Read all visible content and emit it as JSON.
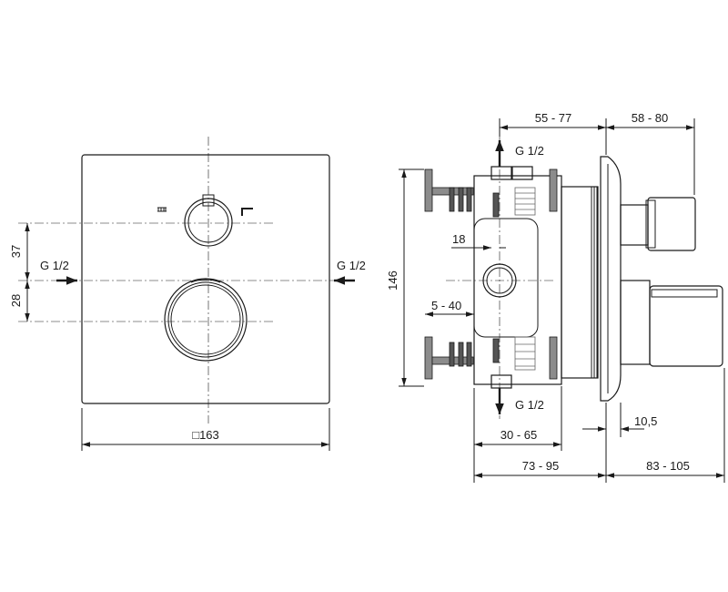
{
  "labels": {
    "width_163": "□163",
    "dim_37": "37",
    "dim_28": "28",
    "g12_left": "G 1/2",
    "g12_right": "G 1/2",
    "g12_top": "G 1/2",
    "g12_bottom": "G 1/2",
    "dim_146": "146",
    "dim_18": "18",
    "dim_5_40": "5 - 40",
    "dim_55_77": "55 - 77",
    "dim_58_80": "58 - 80",
    "dim_30_65": "30 - 65",
    "dim_10_5": "10,5",
    "dim_73_95": "73 - 95",
    "dim_83_105": "83 - 105"
  },
  "icons": [
    "bath-icon",
    "shower-hose-icon"
  ]
}
